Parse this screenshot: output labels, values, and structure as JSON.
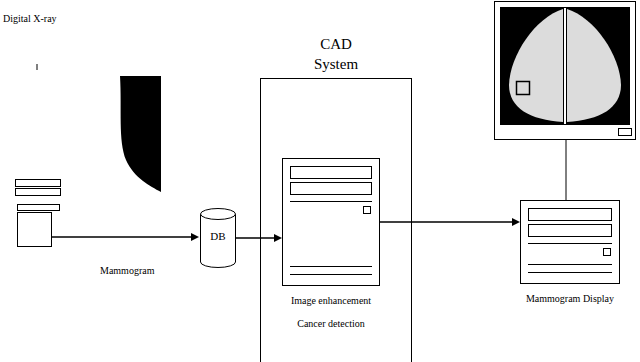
{
  "diagram": {
    "nodes": [
      {
        "text": [
          "DB"
        ]
      },
      {
        "text": [
          "CAD System"
        ]
      },
      {
        "text": [
          "Image enhancement",
          "Cancer detection"
        ],
        "in": 1
      },
      {
        "text": [
          "Mammogram Display"
        ]
      }
    ],
    "edges": [
      {
        "from": 0,
        "to": 2,
        "arrow": "to"
      },
      {
        "from": 2,
        "to": 3,
        "arrow": "to"
      }
    ],
    "labels": [
      "Digital X-ray",
      "Mammogram"
    ]
  }
}
